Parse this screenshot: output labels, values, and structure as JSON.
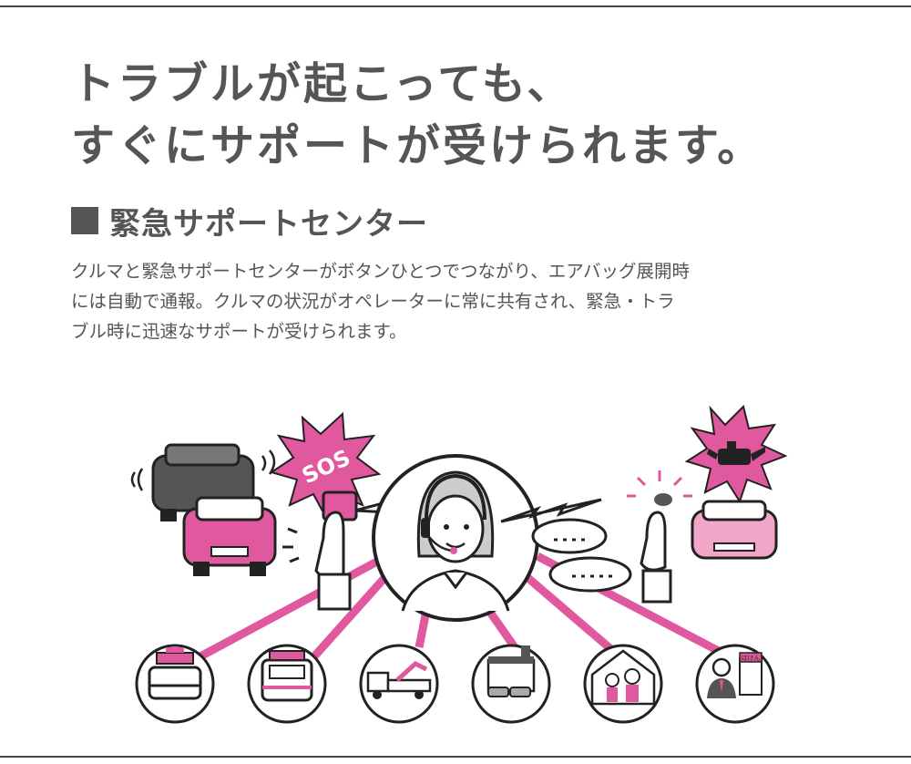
{
  "headline": {
    "line1": "トラブルが起こっても、",
    "line2": "すぐにサポートが受けられます。"
  },
  "section": {
    "title": "緊急サポートセンター"
  },
  "description": {
    "line1": "クルマと緊急サポートセンターがボタンひとつでつながり、エアバッグ展開時",
    "line2": "には自動で通報。クルマの状況がオペレーターに常に共有され、緊急・トラ",
    "line3": "ブル時に迅速なサポートが受けられます。"
  },
  "illustration": {
    "sos_text": "SOS",
    "shop_sign": "ほけん",
    "services": [
      "police-car-icon",
      "ambulance-icon",
      "tow-truck-icon",
      "car-dealer-icon",
      "family-home-icon",
      "insurance-agent-icon"
    ],
    "colors": {
      "accent": "#e0589e",
      "light_pink": "#f2a7c9",
      "ink": "#222222",
      "text": "#555555"
    }
  }
}
